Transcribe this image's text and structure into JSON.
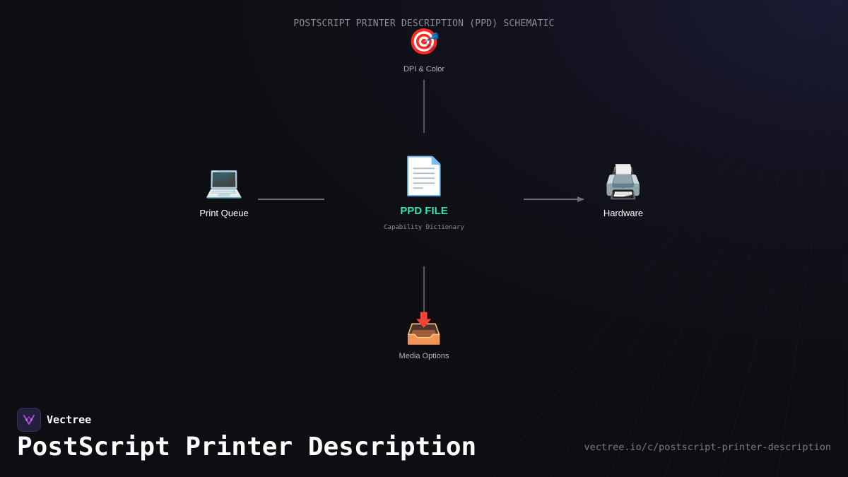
{
  "diagram": {
    "title": "POSTSCRIPT PRINTER DESCRIPTION (PPD) SCHEMATIC",
    "center": {
      "icon": "page-document-icon",
      "glyph": "📄",
      "label": "PPD FILE",
      "sublabel": "Capability Dictionary",
      "color": "#2ee6b0"
    },
    "nodes": {
      "top": {
        "icon": "target-icon",
        "glyph": "🎯",
        "label": "DPI & Color"
      },
      "left": {
        "icon": "laptop-icon",
        "glyph": "💻",
        "label": "Print Queue"
      },
      "right": {
        "icon": "printer-icon",
        "glyph": "🖨️",
        "label": "Hardware"
      },
      "bottom": {
        "icon": "inbox-tray-icon",
        "glyph": "📥",
        "label": "Media Options"
      }
    },
    "connector_color": "#6e6e76"
  },
  "footer": {
    "brand": "Vectree",
    "brand_icon": "vectree-logo-icon",
    "accent": "#b04ad6",
    "title": "PostScript Printer Description",
    "url": "vectree.io/c/postscript-printer-description"
  }
}
